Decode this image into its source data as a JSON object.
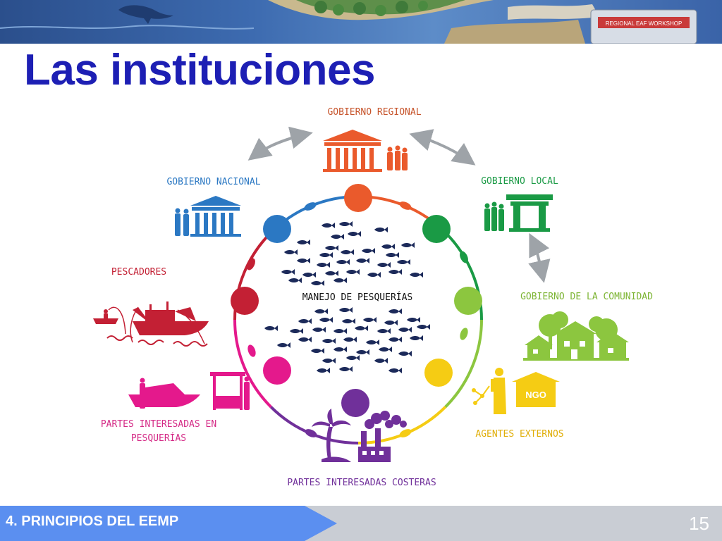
{
  "slide": {
    "title": "Las instituciones",
    "banner_sign": "REGIONAL EAF WORKSHOP"
  },
  "diagram": {
    "center_label": "MANEJO DE PESQUERÍAS",
    "nodes": [
      {
        "id": "regional",
        "label": "GOBIERNO REGIONAL",
        "color": "#ea5a2c"
      },
      {
        "id": "local",
        "label": "GOBIERNO LOCAL",
        "color": "#1a9a45"
      },
      {
        "id": "comunidad",
        "label": "GOBIERNO DE LA COMUNIDAD",
        "color": "#8cc63f"
      },
      {
        "id": "externos",
        "label": "AGENTES EXTERNOS",
        "color": "#f5cc14",
        "badge": "NGO"
      },
      {
        "id": "costeras",
        "label": "PARTES INTERESADAS COSTERAS",
        "color": "#70309a"
      },
      {
        "id": "pesquerias",
        "label_line1": "PARTES INTERESADAS EN",
        "label_line2": "PESQUERÍAS",
        "color": "#e4198c"
      },
      {
        "id": "pescadores",
        "label": "PESCADORES",
        "color": "#c32034"
      },
      {
        "id": "nacional",
        "label": "GOBIERNO NACIONAL",
        "color": "#2b78c3"
      }
    ]
  },
  "footer": {
    "section": "4. PRINCIPIOS DEL EEMP",
    "page": "15",
    "tab_color": "#5b8ff0",
    "bar_color": "#c9cdd4"
  }
}
